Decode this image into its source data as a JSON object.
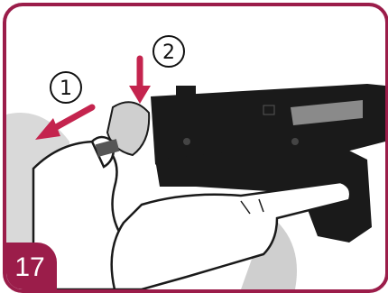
{
  "step": {
    "number": "17"
  },
  "callouts": [
    {
      "label": "1",
      "meaning": "arrow-left"
    },
    {
      "label": "2",
      "meaning": "arrow-down"
    }
  ],
  "colors": {
    "frame": "#9b1d4a",
    "arrow": "#c4244e",
    "pistol": "#1a1a1a",
    "hand_fill": "#ffffff",
    "hand_shadow": "#d9d9d9"
  }
}
